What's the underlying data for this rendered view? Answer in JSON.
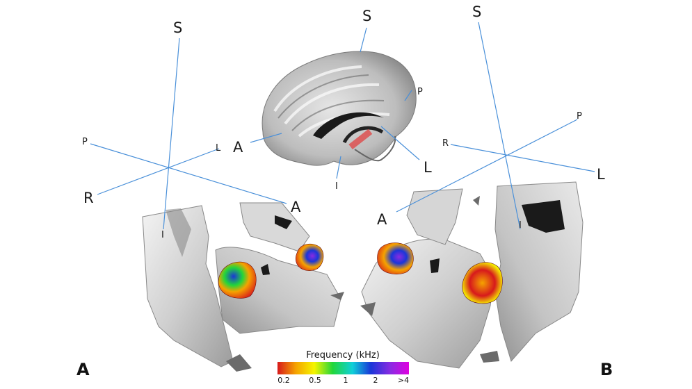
{
  "panels": {
    "left": "A",
    "right": "B"
  },
  "axes": {
    "top": {
      "superior": "S",
      "posterior": "P",
      "anterior": "A",
      "left": "L",
      "inferior": "I"
    },
    "left": {
      "superior": "S",
      "posterior": "P",
      "left": "L",
      "right": "R",
      "anterior": "A",
      "inferior": "I"
    },
    "right": {
      "superior": "S",
      "posterior": "P",
      "right": "R",
      "left": "L",
      "anterior": "A",
      "inferior": "I"
    }
  },
  "legend": {
    "title": "Frequency (kHz)",
    "ticks": [
      "0.2",
      "0.5",
      "1",
      "2",
      ">4"
    ],
    "colors": [
      "#d7191c",
      "#f5a300",
      "#f5f500",
      "#22d63a",
      "#10d0d8",
      "#1a36d8",
      "#8a2be2",
      "#e000e0"
    ]
  },
  "colors": {
    "axis_line": "#4a90d9",
    "highlight": "#e04040"
  }
}
